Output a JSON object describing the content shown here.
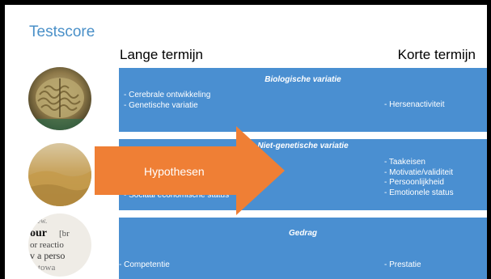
{
  "slide": {
    "title": "Testscore",
    "col_left": "Lange termijn",
    "col_right": "Korte termijn"
  },
  "bands": [
    {
      "title": "Biologische variatie",
      "left": [
        "-     Cerebrale ontwikkeling",
        "-     Genetische variatie"
      ],
      "right": [
        "- Hersenactiviteit"
      ]
    },
    {
      "title": "Niet-genetische variatie",
      "left": [
        "-     Sociaal economische status"
      ],
      "right": [
        "- Taakeisen",
        "- Motivatie/validiteit",
        "- Persoonlijkheid",
        "- Emotionele status"
      ]
    },
    {
      "title": "Gedrag",
      "left": [
        "- Competentie"
      ],
      "right": [
        "- Prestatie"
      ]
    }
  ],
  "arrow": {
    "label": "Hypothesen",
    "color": "#ef7f35"
  },
  "colors": {
    "band": "#4a8fd1",
    "title": "#4a90c8"
  },
  "images": [
    {
      "icon": "brain-photo-icon"
    },
    {
      "icon": "sand-photo-icon"
    },
    {
      "icon": "dictionary-text-photo-icon",
      "text": "rew. our [br or reactio v a perso towa"
    }
  ]
}
